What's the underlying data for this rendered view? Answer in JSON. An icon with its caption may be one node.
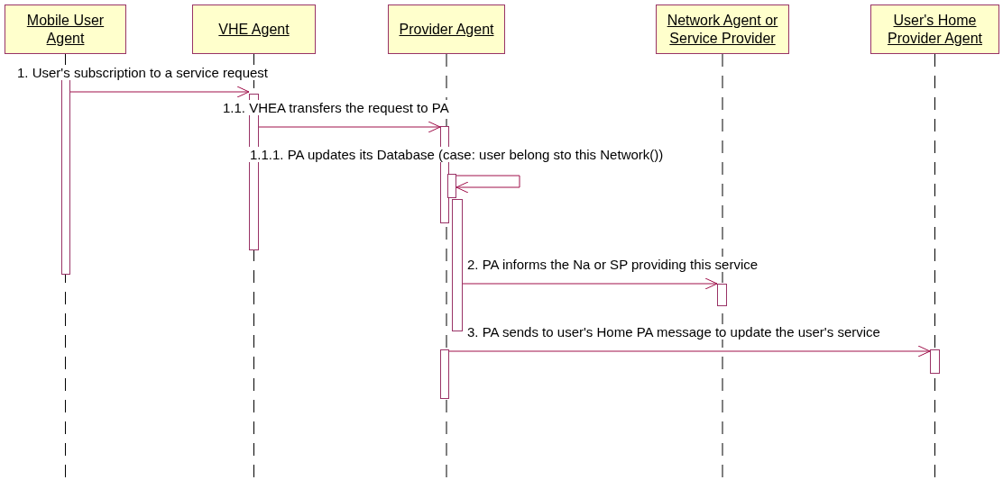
{
  "diagram": {
    "nodes": [
      {
        "text": [
          "Mobile User Agent"
        ]
      },
      {
        "text": [
          "VHE Agent"
        ]
      },
      {
        "text": [
          "Provider Agent"
        ]
      },
      {
        "text": [
          "Network Agent or Service Provider"
        ]
      },
      {
        "text": [
          "User's Home Provider  Agent"
        ]
      },
      {
        "text": [],
        "shape": "bar"
      },
      {
        "text": [],
        "shape": "bar"
      },
      {
        "text": [],
        "shape": "bar"
      },
      {
        "text": [],
        "shape": "bar"
      },
      {
        "text": [],
        "shape": "bar"
      },
      {
        "text": [],
        "shape": "bar"
      },
      {
        "text": [],
        "shape": "bar"
      },
      {
        "text": [],
        "shape": "bar"
      }
    ],
    "edges": [
      {
        "from": 5,
        "to": 6,
        "arrow": "to",
        "label": "1. User's subscription to a service request"
      },
      {
        "from": 6,
        "to": 7,
        "arrow": "to",
        "label": "1.1. VHEA transfers the request to PA"
      },
      {
        "from": 7,
        "to": 8,
        "arrow": "to",
        "label": "1.1.1. PA updates its Database (case: user belong sto this Network())"
      },
      {
        "from": 9,
        "to": 11,
        "arrow": "to",
        "label": "2. PA informs the Na or SP providing this service"
      },
      {
        "from": 10,
        "to": 12,
        "arrow": "to",
        "label": "3. PA sends to user's Home PA message to update the user's service"
      }
    ]
  }
}
